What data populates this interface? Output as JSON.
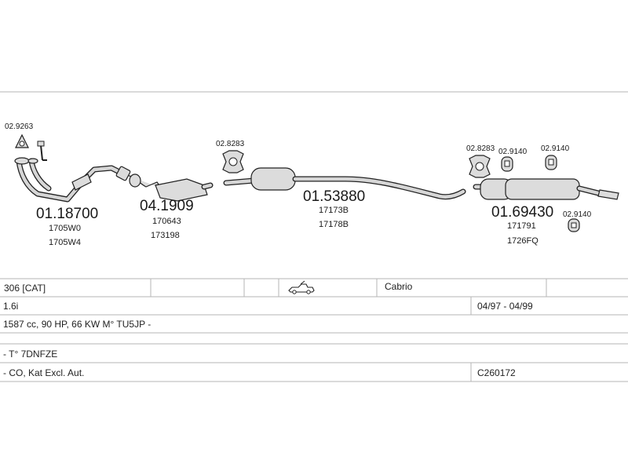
{
  "diagram": {
    "parts": {
      "p1": {
        "code": "01.18700",
        "refs": [
          "1705W0",
          "1705W4"
        ]
      },
      "p2": {
        "code": "04.1909",
        "refs": [
          "170643",
          "173198"
        ]
      },
      "p3": {
        "code": "01.53880",
        "refs": [
          "17173B",
          "17178B"
        ]
      },
      "p4": {
        "code": "01.69430",
        "refs": [
          "171791",
          "1726FQ"
        ]
      }
    },
    "fittings": {
      "gasket": "02.9263",
      "clamp_mid": "02.8283",
      "clamp_rear": "02.8283",
      "hanger_1": "02.9140",
      "hanger_2": "02.9140",
      "hanger_3": "02.9140"
    }
  },
  "table": {
    "model": "306  [CAT]",
    "body_type": "Cabrio",
    "engine": "1.6i",
    "years": "04/97 - 04/99",
    "spec": "1587 cc, 90 HP, 66 KW M° TU5JP -",
    "type_code": "- T° 7DNFZE",
    "notes": "- CO, Kat Excl. Aut.",
    "ref_code": "C260172"
  },
  "icons": [
    "cabrio-car-icon"
  ]
}
